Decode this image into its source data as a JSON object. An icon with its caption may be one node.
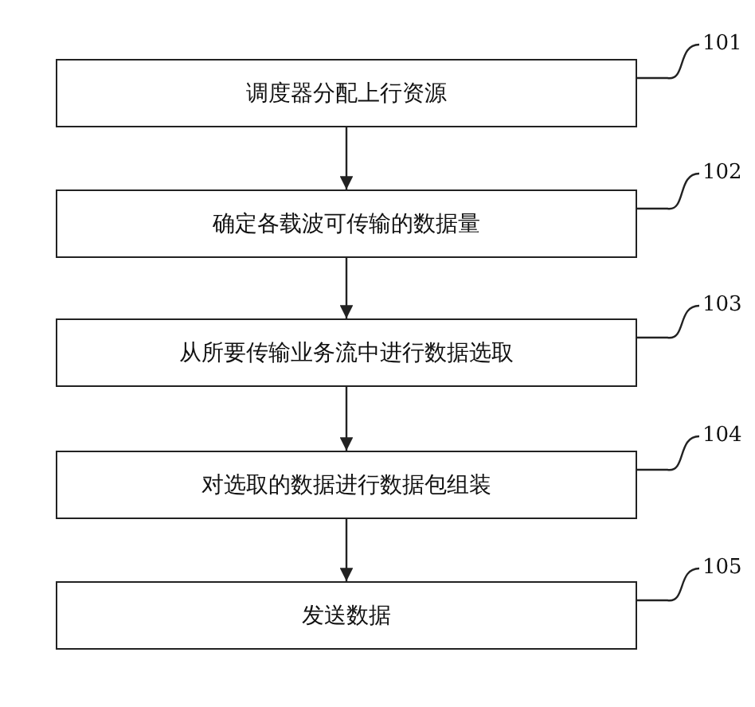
{
  "diagram": {
    "nodes": [
      {
        "text": [
          "调度器分配上行资源"
        ]
      },
      {
        "text": [
          "确定各载波可传输的数据量"
        ]
      },
      {
        "text": [
          "从所要传输业务流中进行数据选取"
        ]
      },
      {
        "text": [
          "对选取的数据进行数据包组装"
        ]
      },
      {
        "text": [
          "发送数据"
        ]
      },
      {
        "text": [
          "101"
        ]
      },
      {
        "text": [
          "102"
        ]
      },
      {
        "text": [
          "103"
        ]
      },
      {
        "text": [
          "104"
        ]
      },
      {
        "text": [
          "105"
        ]
      }
    ],
    "edges": [
      {
        "from": 0,
        "to": 1,
        "arrow": "to"
      },
      {
        "from": 1,
        "to": 2,
        "arrow": "to"
      },
      {
        "from": 2,
        "to": 3,
        "arrow": "to"
      },
      {
        "from": 3,
        "to": 4,
        "arrow": "to"
      },
      {
        "from": 5,
        "to": 0,
        "arrow": "none"
      },
      {
        "from": 6,
        "to": 1,
        "arrow": "none"
      },
      {
        "from": 7,
        "to": 2,
        "arrow": "none"
      },
      {
        "from": 8,
        "to": 3,
        "arrow": "none"
      },
      {
        "from": 9,
        "to": 4,
        "arrow": "none"
      }
    ]
  }
}
